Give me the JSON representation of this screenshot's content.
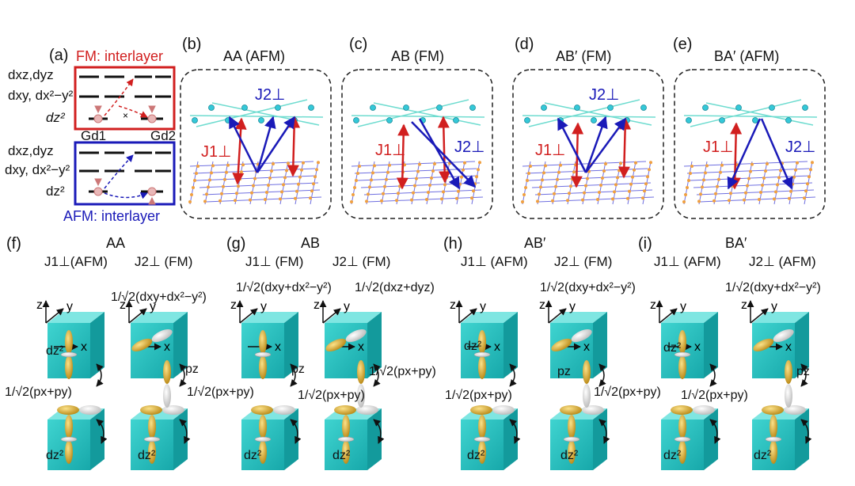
{
  "panel_a": {
    "label": "(a)",
    "fm_title": "FM: interlayer",
    "afm_title": "AFM: interlayer",
    "levels": [
      "dxz,dyz",
      "dxy, dx²−y²",
      "dz²"
    ],
    "gd1": "Gd1",
    "gd2": "Gd2",
    "cross": "×"
  },
  "panels_top": [
    {
      "label": "(b)",
      "title": "AA (AFM)",
      "j1": "J1⊥",
      "j2": "J2⊥"
    },
    {
      "label": "(c)",
      "title": "AB (FM)",
      "j1": "J1⊥",
      "j2": "J2⊥"
    },
    {
      "label": "(d)",
      "title": "AB′ (FM)",
      "j1": "J1⊥",
      "j2": "J2⊥"
    },
    {
      "label": "(e)",
      "title": "BA′ (AFM)",
      "j1": "J1⊥",
      "j2": "J2⊥"
    }
  ],
  "panels_bottom": [
    {
      "label": "(f)",
      "title": "AA",
      "j1": "J1⊥(AFM)",
      "j2": "J2⊥ (FM)",
      "orb_top": "1/√2(dxy+dx²−y²)",
      "orb_mid": "1/√2(px+py)",
      "orb_mid2": "1/√2(px+py)",
      "pz": "pz",
      "dz2": "dz²"
    },
    {
      "label": "(g)",
      "title": "AB",
      "j1": "J1⊥ (FM)",
      "j2": "J2⊥ (FM)",
      "orb_top": "1/√2(dxy+dx²−y²)",
      "orb_top2": "1/√2(dxz+dyz)",
      "orb_mid": "1/√2(px+py)",
      "orb_mid2": "1/√2(px+py)",
      "pz": "pz",
      "dz2": "dz²"
    },
    {
      "label": "(h)",
      "title": "AB′",
      "j1": "J1⊥ (AFM)",
      "j2": "J2⊥ (FM)",
      "orb_top": "1/√2(dxy+dx²−y²)",
      "orb_mid": "1/√2(px+py)",
      "orb_mid2": "1/√2(px+py)",
      "pz": "pz",
      "dz2": "dz²"
    },
    {
      "label": "(i)",
      "title": "BA′",
      "j1": "J1⊥ (AFM)",
      "j2": "J2⊥ (AFM)",
      "orb_top": "1/√2(dxy+dx²−y²)",
      "orb_mid": "1/√2(px+py)",
      "pz": "pz",
      "dz2": "dz²"
    }
  ],
  "axes": {
    "x": "x",
    "y": "y",
    "z": "z"
  },
  "colors": {
    "red": "#d11f1f",
    "blue": "#1a1ab8",
    "cyan_block": "#2cc6c6",
    "gold": "#d8a418",
    "lattice": "#6f6fe0",
    "top_layer": "#6fdcd0"
  }
}
